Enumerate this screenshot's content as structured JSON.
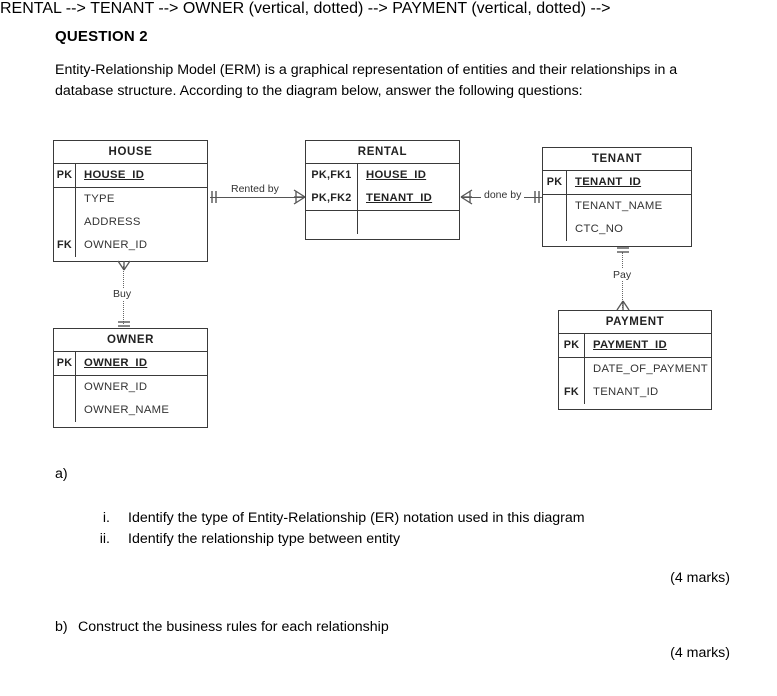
{
  "question": {
    "title": "QUESTION 2",
    "intro": "Entity-Relationship Model (ERM) is a graphical representation of entities and their relationships in a database structure. According to the diagram below, answer the following questions:"
  },
  "diagram": {
    "entities": [
      {
        "id": "house",
        "name": "HOUSE",
        "pk_keys": [
          "PK"
        ],
        "pk_attrs": [
          "HOUSE_ID"
        ],
        "body_keys": [
          "",
          "",
          "FK"
        ],
        "body_attrs": [
          "TYPE",
          "ADDRESS",
          "OWNER_ID"
        ]
      },
      {
        "id": "rental",
        "name": "RENTAL",
        "pk_keys": [
          "PK,FK1",
          "PK,FK2"
        ],
        "pk_attrs": [
          "HOUSE_ID",
          "TENANT_ID"
        ],
        "body_keys": [
          ""
        ],
        "body_attrs": [
          ""
        ]
      },
      {
        "id": "tenant",
        "name": "TENANT",
        "pk_keys": [
          "PK"
        ],
        "pk_attrs": [
          "TENANT_ID"
        ],
        "body_keys": [
          "",
          ""
        ],
        "body_attrs": [
          "TENANT_NAME",
          "CTC_NO"
        ]
      },
      {
        "id": "owner",
        "name": "OWNER",
        "pk_keys": [
          "PK"
        ],
        "pk_attrs": [
          "OWNER_ID"
        ],
        "body_keys": [
          "",
          ""
        ],
        "body_attrs": [
          "OWNER_ID",
          "OWNER_NAME"
        ]
      },
      {
        "id": "payment",
        "name": "PAYMENT",
        "pk_keys": [
          "PK"
        ],
        "pk_attrs": [
          "PAYMENT_ID"
        ],
        "body_keys": [
          "",
          "FK"
        ],
        "body_attrs": [
          "DATE_OF_PAYMENT",
          "TENANT_ID"
        ]
      }
    ],
    "relationships": [
      {
        "id": "rented-by",
        "label": "Rented by",
        "from": "HOUSE",
        "to": "RENTAL"
      },
      {
        "id": "done-by",
        "label": "done by",
        "from": "RENTAL",
        "to": "TENANT"
      },
      {
        "id": "buy",
        "label": "Buy",
        "from": "HOUSE",
        "to": "OWNER"
      },
      {
        "id": "pay",
        "label": "Pay",
        "from": "TENANT",
        "to": "PAYMENT"
      }
    ]
  },
  "parts": {
    "a_label": "a)",
    "a_items": [
      {
        "num": "i.",
        "text": "Identify the type of Entity-Relationship (ER) notation used in this diagram"
      },
      {
        "num": "ii.",
        "text": "Identify the relationship type between entity"
      }
    ],
    "a_marks": "(4 marks)",
    "b_label": "b)",
    "b_text": "Construct the business rules for each relationship",
    "b_marks": "(4 marks)"
  }
}
